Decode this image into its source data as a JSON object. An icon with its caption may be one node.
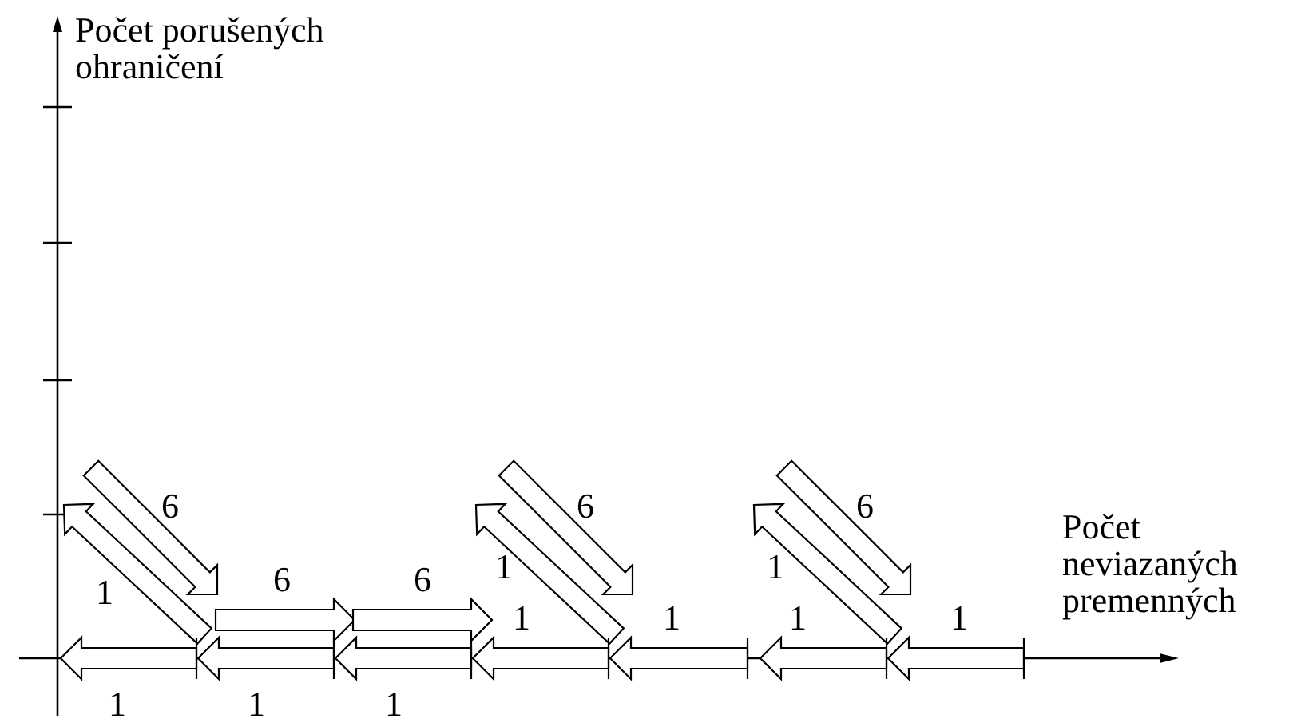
{
  "diagram": {
    "labels": [
      "Počet porušených ohraničení",
      "6",
      "6",
      "6",
      "Počet neviazaných premenných",
      "1",
      "1",
      "6",
      "6",
      "1",
      "1",
      "1",
      "1",
      "1",
      "1",
      "1",
      "1"
    ]
  }
}
